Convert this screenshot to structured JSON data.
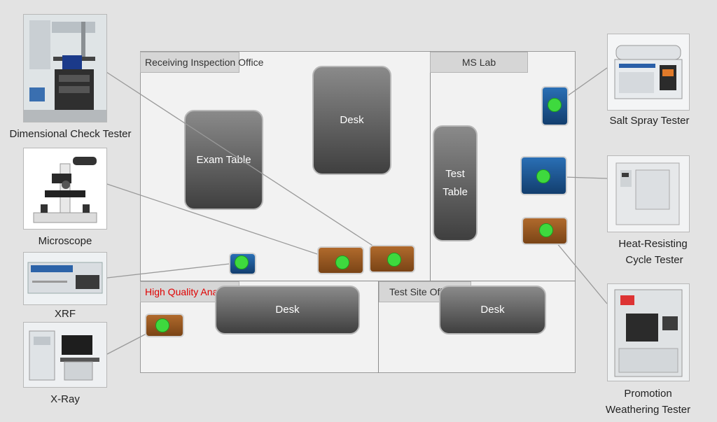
{
  "rooms": {
    "receiving": "Receiving Inspection Office",
    "ms_lab": "MS Lab",
    "high_quality": "High Quality Analysis",
    "test_site": "Test Site Office"
  },
  "furniture": {
    "exam_table": "Exam Table",
    "desk_top": "Desk",
    "test_table_line1": "Test",
    "test_table_line2": "Table",
    "desk_hqa": "Desk",
    "desk_test_site": "Desk"
  },
  "equipment": {
    "dimensional": "Dimensional Check Tester",
    "microscope": "Microscope",
    "xrf": "XRF",
    "xray": "X-Ray",
    "salt_spray": "Salt Spray Tester",
    "heat_resisting_line1": "Heat-Resisting",
    "heat_resisting_line2": "Cycle Tester",
    "weathering_line1": "Promotion",
    "weathering_line2": "Weathering Tester"
  },
  "colors": {
    "device_blue": "#1f5a97",
    "device_brown": "#9a5a22",
    "indicator_green": "#3ed93e",
    "high_quality_label": "#e00000"
  }
}
